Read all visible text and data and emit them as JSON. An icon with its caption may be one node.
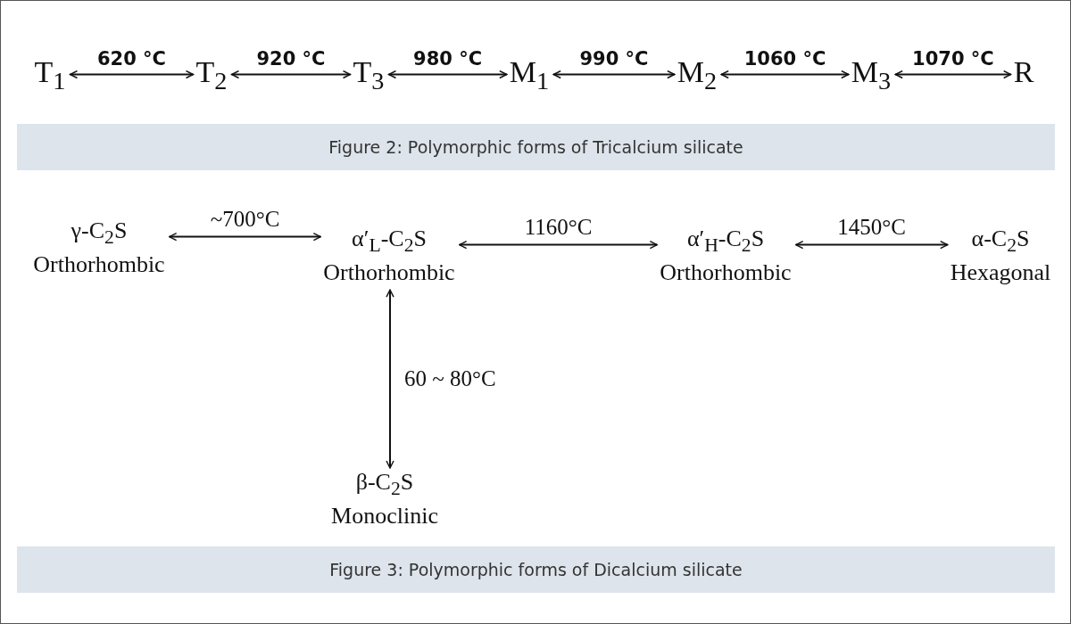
{
  "diagram": {
    "nodes": [
      {
        "text": [
          "T$_{1}$"
        ]
      },
      {
        "text": [
          "T$_{2}$"
        ]
      },
      {
        "text": [
          "T$_{3}$"
        ]
      },
      {
        "text": [
          "M$_{1}$"
        ]
      },
      {
        "text": [
          "M$_{2}$"
        ]
      },
      {
        "text": [
          "M$_{3}$"
        ]
      },
      {
        "text": [
          "R"
        ]
      },
      {
        "text": [
          "γ-C$_{2}$S",
          "Orthorhombic"
        ]
      },
      {
        "text": [
          "α′$_{L}$-C$_{2}$S",
          "Orthorhombic"
        ]
      },
      {
        "text": [
          "α′$_{H}$-C$_{2}$S",
          "Orthorhombic"
        ]
      },
      {
        "text": [
          "α-C$_{2}$S",
          "Hexagonal"
        ]
      },
      {
        "text": [
          "β-C$_{2}$S",
          "Monoclinic"
        ]
      }
    ],
    "edges": [
      {
        "from": 0,
        "to": 1,
        "arrow": "both",
        "label": "620 °C"
      },
      {
        "from": 1,
        "to": 2,
        "arrow": "both",
        "label": "920 °C"
      },
      {
        "from": 2,
        "to": 3,
        "arrow": "both",
        "label": "980 °C"
      },
      {
        "from": 3,
        "to": 4,
        "arrow": "both",
        "label": "990 °C"
      },
      {
        "from": 4,
        "to": 5,
        "arrow": "both",
        "label": "1060 °C"
      },
      {
        "from": 5,
        "to": 6,
        "arrow": "both",
        "label": "1070 °C"
      },
      {
        "from": 7,
        "to": 8,
        "arrow": "both",
        "label": "~700°C"
      },
      {
        "from": 8,
        "to": 9,
        "arrow": "both",
        "label": "1160°C"
      },
      {
        "from": 9,
        "to": 10,
        "arrow": "both",
        "label": "1450°C"
      },
      {
        "from": 8,
        "to": 11,
        "arrow": "both",
        "label": "60 ~ 80°C"
      }
    ],
    "labels": [
      "Figure 2: Polymorphic forms of Tricalcium silicate",
      "Figure 3: Polymorphic forms of Dicalcium silicate"
    ]
  }
}
